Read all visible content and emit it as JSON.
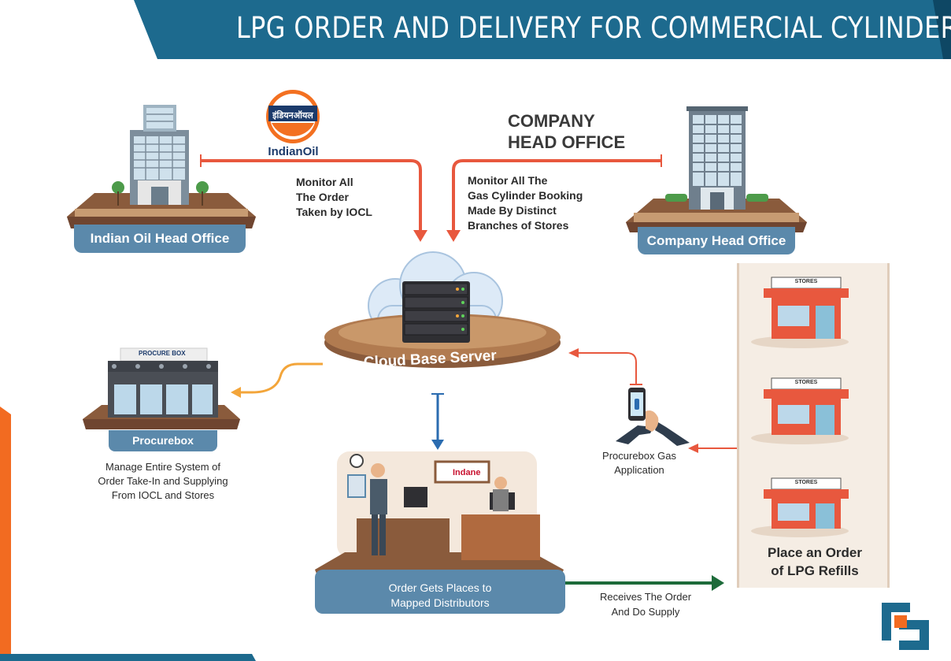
{
  "header": {
    "title": "LPG ORDER AND DELIVERY FOR COMMERCIAL CYLINDERS"
  },
  "brand": {
    "iocl_logo_text": "इंडियनऑयल",
    "iocl_name": "IndianOil",
    "procurebox_sign": "PROCURE BOX",
    "indane_sign": "Indane"
  },
  "nodes": {
    "indian_oil": {
      "label": "Indian Oil Head Office"
    },
    "company_head": {
      "caption_line1": "COMPANY",
      "caption_line2": "HEAD OFFICE",
      "label": "Company Head Office"
    },
    "cloud_server": {
      "label": "Cloud Base Server"
    },
    "procurebox": {
      "label": "Procurebox",
      "desc_line1": "Manage Entire System of",
      "desc_line2": "Order Take-In and Supplying",
      "desc_line3": "From IOCL and Stores"
    },
    "distributor": {
      "label_line1": "Order Gets Places to",
      "label_line2": "Mapped Distributors"
    },
    "app": {
      "label_line1": "Procurebox Gas",
      "label_line2": "Application"
    },
    "stores": {
      "sign": "STORES",
      "caption_line1": "Place an Order",
      "caption_line2": "of LPG Refills"
    }
  },
  "flows": {
    "iocl_monitor": {
      "line1": "Monitor All",
      "line2": "The Order",
      "line3": "Taken by IOCL"
    },
    "company_monitor": {
      "line1": "Monitor All The",
      "line2": "Gas Cylinder Booking",
      "line3": "Made By Distinct",
      "line4": "Branches of Stores"
    },
    "supply": {
      "line1": "Receives The Order",
      "line2": "And Do Supply"
    }
  },
  "colors": {
    "header_blue": "#1d6a8e",
    "header_dark": "#0e4764",
    "accent_orange": "#f26b21",
    "pill_blue": "#5b89ab",
    "arrow_red": "#e8583e",
    "arrow_orange": "#f3a53a",
    "arrow_blue": "#2b6cb0",
    "arrow_green": "#1d6b3a",
    "earth_brown": "#8a5b3c"
  }
}
